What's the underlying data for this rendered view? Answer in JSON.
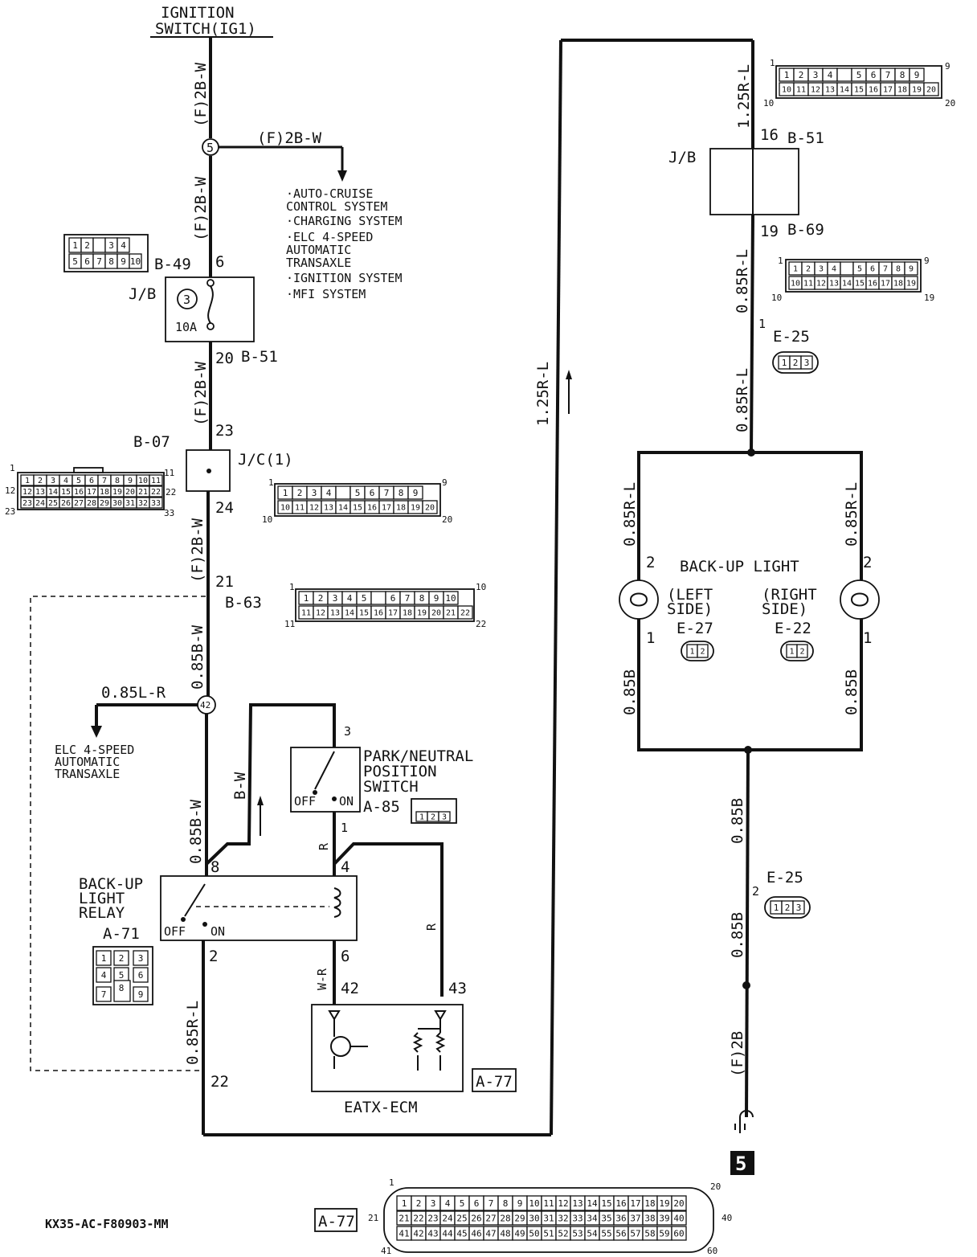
{
  "ignition": {
    "line1": "IGNITION",
    "line2": "SWITCH(IG1)"
  },
  "wires": {
    "w2bw_top": "(F)2B-W",
    "w2bw_branch": "(F)2B-W",
    "w2bw_2": "(F)2B-W",
    "w2bw_3": "(F)2B-W",
    "w2bw_4": "(F)2B-W",
    "w2bw_5": "(F)2B-W",
    "w085bw_1": "0.85B-W",
    "w085bw_2": "0.85B-W",
    "w085lr": "0.85L-R",
    "w_bw": "B-W",
    "w_r1": "R",
    "w_r2": "R",
    "w_wr": "W-R",
    "w085rl_left": "0.85R-L",
    "w125rl_mid": "1.25R-L",
    "w125rl_right": "1.25R-L",
    "w085rl_r1": "0.85R-L",
    "w085rl_r2": "0.85R-L",
    "w085rl_bl": "0.85R-L",
    "w085rl_br": "0.85R-L",
    "w085b_l": "0.85B",
    "w085b_r": "0.85B",
    "w085b_g1": "0.85B",
    "w085b_g2": "0.85B",
    "wf2b": "(F)2B"
  },
  "branch_targets": [
    "·AUTO-CRUISE",
    " CONTROL SYSTEM",
    "·CHARGING SYSTEM",
    "·ELC 4-SPEED",
    " AUTOMATIC",
    " TRANSAXLE",
    "·IGNITION SYSTEM",
    "·MFI SYSTEM"
  ],
  "junctions": {
    "j5": "5",
    "j42": "42"
  },
  "jb_left": {
    "label": "J/B",
    "connector": "B-49",
    "pin_in": "6",
    "fuse_no": "3",
    "fuse_amp": "10A",
    "pin_out": "20",
    "connector_out": "B-51"
  },
  "jc": {
    "connector": "B-07",
    "label": "J/C(1)",
    "pin_in": "23",
    "pin_out": "24"
  },
  "b63": {
    "pin": "21",
    "connector": "B-63"
  },
  "elc_dest": [
    "ELC 4-SPEED",
    "AUTOMATIC",
    "TRANSAXLE"
  ],
  "pn_switch": {
    "lines": [
      "PARK/NEUTRAL",
      "POSITION",
      "SWITCH"
    ],
    "connector": "A-85",
    "pin_top": "3",
    "pin_bottom": "1",
    "off": "OFF",
    "on": "ON"
  },
  "relay": {
    "lines": [
      "BACK-UP",
      "LIGHT",
      "RELAY"
    ],
    "connector": "A-71",
    "pin8": "8",
    "pin4": "4",
    "pin2": "2",
    "pin6": "6",
    "off": "OFF",
    "on": "ON"
  },
  "ecm": {
    "label": "EATX-ECM",
    "pin42": "42",
    "pin43": "43",
    "connector": "A-77"
  },
  "pin22": "22",
  "jb_right": {
    "label": "J/B",
    "pin_in": "16",
    "connector_in": "B-51",
    "pin_out": "19",
    "connector_out": "B-69"
  },
  "e25_top": {
    "pin": "1",
    "connector": "E-25"
  },
  "e25_bottom": {
    "pin": "2",
    "connector": "E-25"
  },
  "backup_light": {
    "title": "BACK-UP LIGHT",
    "left": [
      "(LEFT",
      " SIDE)"
    ],
    "right": [
      "(RIGHT",
      " SIDE)"
    ],
    "left_conn": "E-27",
    "right_conn": "E-22",
    "pin2": "2",
    "pin1": "1"
  },
  "ground": {
    "number": "5"
  },
  "footer_code": "KX35-AC-F80903-MM",
  "connectors": {
    "c3pin": [
      "1",
      "2",
      "3"
    ],
    "c2pin": [
      "1",
      "2"
    ],
    "b49_row1": [
      "1",
      "2",
      "",
      "3",
      "4"
    ],
    "b49_row2": [
      "5",
      "6",
      "7",
      "8",
      "9",
      "10"
    ],
    "b07_row1": [
      "1",
      "2",
      "3",
      "4",
      "5",
      "6",
      "7",
      "8",
      "9",
      "10",
      "11"
    ],
    "b07_row2": [
      "12",
      "13",
      "14",
      "15",
      "16",
      "17",
      "18",
      "19",
      "20",
      "21",
      "22"
    ],
    "b07_row3": [
      "23",
      "24",
      "25",
      "26",
      "27",
      "28",
      "29",
      "30",
      "31",
      "32",
      "33"
    ],
    "b07_edge": [
      "1",
      "11",
      "12",
      "22",
      "23",
      "33"
    ],
    "c20_row1": [
      "1",
      "2",
      "3",
      "4",
      "",
      "5",
      "6",
      "7",
      "8",
      "9"
    ],
    "c20_row2": [
      "10",
      "11",
      "12",
      "13",
      "14",
      "15",
      "16",
      "17",
      "18",
      "19",
      "20"
    ],
    "c20_edge": [
      "1",
      "9",
      "10",
      "20"
    ],
    "b63_row1": [
      "1",
      "2",
      "3",
      "4",
      "5",
      "",
      "6",
      "7",
      "8",
      "9",
      "10"
    ],
    "b63_row2": [
      "11",
      "12",
      "13",
      "14",
      "15",
      "16",
      "17",
      "18",
      "19",
      "20",
      "21",
      "22"
    ],
    "b63_edge": [
      "1",
      "10",
      "11",
      "22"
    ],
    "b69_row1": [
      "1",
      "2",
      "3",
      "4",
      "",
      "5",
      "6",
      "7",
      "8",
      "9"
    ],
    "b69_row2": [
      "10",
      "11",
      "12",
      "13",
      "14",
      "15",
      "16",
      "17",
      "18",
      "19"
    ],
    "b69_edge": [
      "1",
      "9",
      "10",
      "19"
    ],
    "a71": [
      "1",
      "2",
      "3",
      "4",
      "5",
      "6",
      "7",
      "8",
      "9"
    ],
    "a77_edge": [
      "1",
      "20",
      "21",
      "40",
      "41",
      "60"
    ]
  }
}
